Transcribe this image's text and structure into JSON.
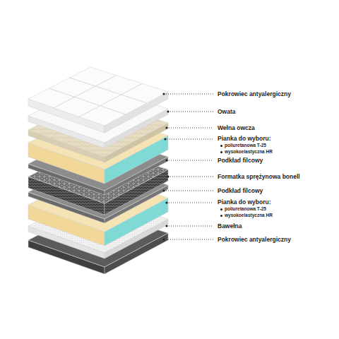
{
  "diagram": {
    "labels": [
      "Pokrowiec antyalergiczny",
      "Owata",
      "Wełna owcza",
      "Pianka do wyboru:",
      "poliuretanowa T-25",
      "wysokoelastyczna HR",
      "Podkład filcowy",
      "Formatka sprężynowa bonell",
      "Podkład filcowy",
      "Pianka do wyboru:",
      "poliuretanowa T-25",
      "wysokoelastyczna HR",
      "Bawełna",
      "Pokrowiec antyalergiczny"
    ]
  }
}
